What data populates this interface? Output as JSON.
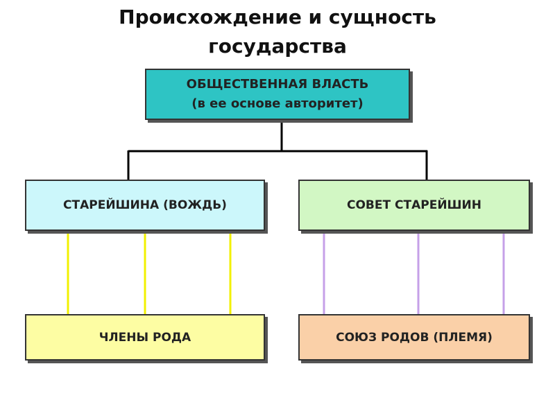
{
  "title": {
    "line1": "Происхождение и сущность",
    "line2": "государства"
  },
  "boxes": {
    "public_power": {
      "line1": "ОБЩЕСТВЕННАЯ ВЛАСТЬ",
      "line2": "(в ее основе авторитет)",
      "fill": "#2ec4c4"
    },
    "elder": {
      "label": "СТАРЕЙШИНА (ВОЖДЬ)",
      "fill": "#ccf7fb"
    },
    "council": {
      "label": "СОВЕТ СТАРЕЙШИН",
      "fill": "#d2f7c4"
    },
    "clan_members": {
      "label": "ЧЛЕНЫ РОДА",
      "fill": "#fdfda3"
    },
    "clan_union": {
      "label": "СОЮЗ РОДОВ (ПЛЕМЯ)",
      "fill": "#fad0a8"
    }
  },
  "connector_colors": {
    "tree": "#000000",
    "elder_to_members": "#f2f000",
    "council_to_union": "#c6a0e8"
  }
}
